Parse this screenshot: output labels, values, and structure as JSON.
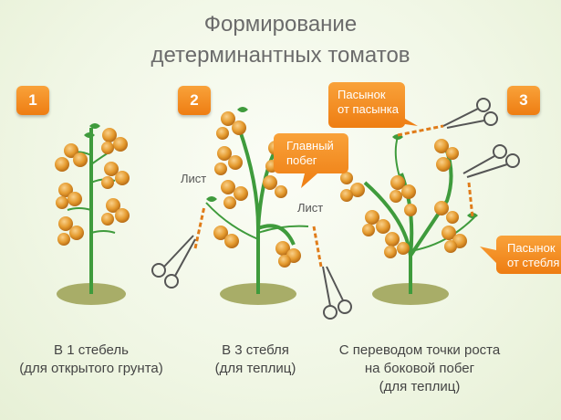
{
  "title": {
    "line1": "Формирование",
    "line2": "детерминантных томатов"
  },
  "badges": [
    "1",
    "2",
    "3"
  ],
  "callouts": {
    "main_shoot": {
      "line1": "Главный",
      "line2": "побег"
    },
    "stepson_of_stepson": {
      "line1": "Пасынок",
      "line2": "от пасынка"
    },
    "stepson_of_stem": {
      "line1": "Пасынок",
      "line2": "от стебля"
    }
  },
  "labels": {
    "leaf_left": "Лист",
    "leaf_right": "Лист"
  },
  "captions": {
    "c1": {
      "line1": "В 1 стебель",
      "line2": "(для открытого грунта)"
    },
    "c2": {
      "line1": "В 3 стебля",
      "line2": "(для теплиц)"
    },
    "c3": {
      "line1": "С переводом точки роста",
      "line2": "на боковой побег",
      "line3": "(для теплиц)"
    }
  },
  "colors": {
    "accent": "#f08a1c",
    "stem": "#3f9b3c",
    "tomato": "#e59b2f",
    "soil": "#a8ad68"
  }
}
